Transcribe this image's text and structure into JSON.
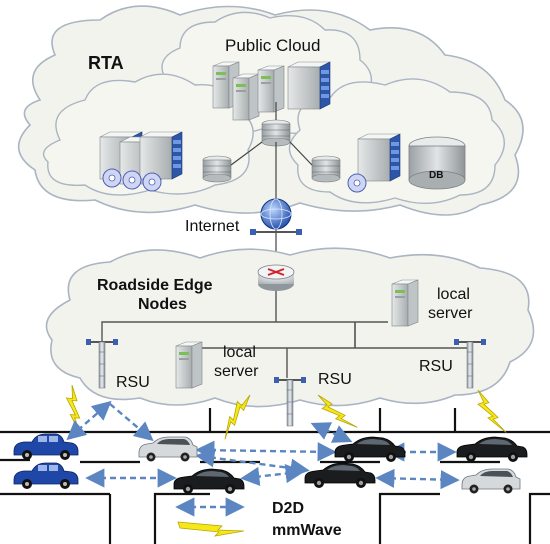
{
  "labels": {
    "rta": "RTA",
    "public_cloud": "Public Cloud",
    "db": "DB",
    "internet": "Internet",
    "roadside_edge_line1": "Roadside Edge",
    "roadside_edge_line2": "Nodes",
    "local_server_right_line1": "local",
    "local_server_right_line2": "server",
    "local_server_mid_line1": "local",
    "local_server_mid_line2": "server",
    "rsu_left": "RSU",
    "rsu_mid": "RSU",
    "rsu_right": "RSU",
    "legend_d2d": "D2D",
    "legend_mmwave": "mmWave"
  },
  "colors": {
    "cloud_fill": "#f1f3ec",
    "cloud_stroke": "#aab4c2",
    "server_blue": "#3f6fc7",
    "car_blue": "#1f47a8",
    "d2d_arrow": "#5b86c2",
    "mmwave_yellow": "#f6e71a"
  }
}
